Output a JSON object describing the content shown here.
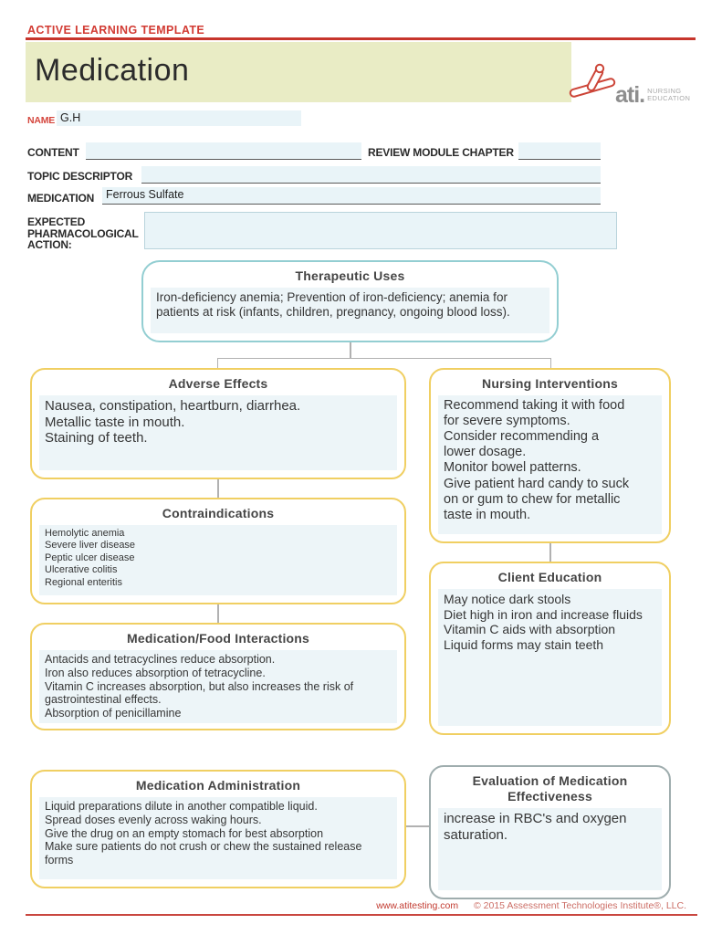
{
  "page": {
    "kicker": "ACTIVE LEARNING TEMPLATE",
    "title": "Medication",
    "logo": {
      "brand": "ati.",
      "tagline": "NURSING\nEDUCATION"
    },
    "footer": {
      "url": "www.atitesting.com",
      "copyright": "© 2015 Assessment Technologies Institute®, LLC."
    }
  },
  "fields": {
    "name": {
      "label": "NAME",
      "value": "G.H"
    },
    "content": {
      "label": "CONTENT",
      "value": ""
    },
    "review_module_chapter": {
      "label": "REVIEW MODULE CHAPTER",
      "value": ""
    },
    "topic_descriptor": {
      "label": "TOPIC DESCRIPTOR",
      "value": ""
    },
    "medication": {
      "label": "MEDICATION",
      "value": "Ferrous Sulfate"
    },
    "expected_pharmacological_action": {
      "label": "EXPECTED\nPHARMACOLOGICAL\nACTION:",
      "value": ""
    }
  },
  "boxes": {
    "therapeutic_uses": {
      "title": "Therapeutic Uses",
      "content": "Iron-deficiency anemia; Prevention of iron-deficiency; anemia for patients at risk (infants, children, pregnancy, ongoing blood loss)."
    },
    "adverse_effects": {
      "title": "Adverse Effects",
      "content": "Nausea, constipation, heartburn, diarrhea.\nMetallic taste in mouth.\nStaining of teeth."
    },
    "nursing_interventions": {
      "title": "Nursing Interventions",
      "content": "Recommend taking it with food\nfor severe symptoms.\nConsider recommending a\nlower dosage.\nMonitor bowel patterns.\nGive patient hard candy to suck\non or gum to chew for metallic\ntaste in mouth."
    },
    "contraindications": {
      "title": "Contraindications",
      "content": "Hemolytic anemia\nSevere liver disease\nPeptic ulcer disease\nUlcerative colitis\nRegional enteritis"
    },
    "client_education": {
      "title": "Client Education",
      "content": "May notice dark stools\nDiet high in iron and increase fluids\nVitamin C aids with absorption\nLiquid forms may stain teeth"
    },
    "medication_food_interactions": {
      "title": "Medication/Food Interactions",
      "content": "Antacids and tetracyclines reduce absorption.\nIron also reduces absorption of tetracycline.\nVitamin C increases absorption, but also increases the risk of\ngastrointestinal effects.\nAbsorption of penicillamine"
    },
    "medication_administration": {
      "title": "Medication Administration",
      "content": "Liquid preparations dilute in another compatible liquid.\nSpread doses evenly across waking hours.\nGive the drug on an empty stomach for best absorption\nMake sure patients do not crush or chew the sustained release forms"
    },
    "evaluation_effectiveness": {
      "title": "Evaluation of Medication\nEffectiveness",
      "content": "increase in RBC's and oxygen\nsaturation."
    }
  },
  "colors": {
    "accent_red": "#c7352c",
    "banner_bg": "#e9ecc5",
    "box_border_yellow": "#f0cf62",
    "box_border_teal": "#93ced2",
    "box_border_gray": "#9fadae",
    "field_bg": "#e9f4f8",
    "inner_content_bg": "#edf5f8",
    "connector_gray": "#b1b1b1"
  }
}
